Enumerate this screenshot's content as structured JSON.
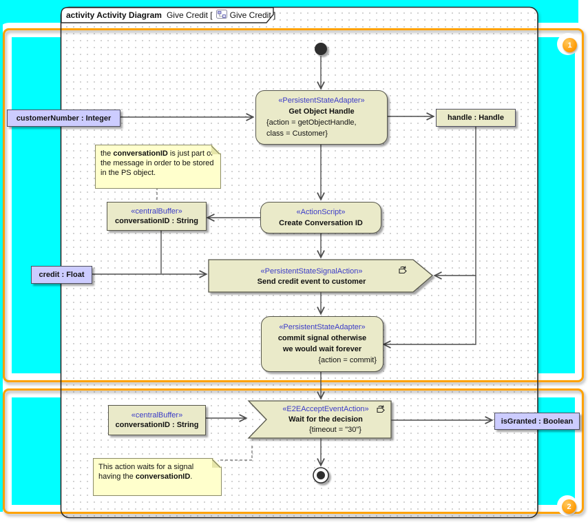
{
  "frame_tab": {
    "kind_and_type": "activity Activity Diagram",
    "name_open": "Give Credit [",
    "name_close": "Give Credit ]"
  },
  "badges": {
    "frame1": "1",
    "frame2": "2"
  },
  "nodes": {
    "get_object_handle": {
      "stereotype": "«PersistentStateAdapter»",
      "name": "Get Object Handle",
      "constraint_line1": "{action = getObjectHandle,",
      "constraint_line2": "class = Customer}"
    },
    "create_conversation": {
      "stereotype": "«ActionScript»",
      "name": "Create Conversation ID"
    },
    "send_credit": {
      "stereotype": "«PersistentStateSignalAction»",
      "name": "Send credit event to customer"
    },
    "commit": {
      "stereotype": "«PersistentStateAdapter»",
      "name_line1": "commit signal otherwise",
      "name_line2": "we would wait forever",
      "constraint": "{action = commit}"
    },
    "wait_decision": {
      "stereotype": "«E2EAcceptEventAction»",
      "name": "Wait for the decision",
      "constraint": "{timeout = \"30\"}"
    },
    "buffer1": {
      "stereotype": "«centralBuffer»",
      "name": "conversationID : String"
    },
    "buffer2": {
      "stereotype": "«centralBuffer»",
      "name": "conversationID : String"
    },
    "customer_number": {
      "label": "customerNumber : Integer"
    },
    "credit": {
      "label": "credit : Float"
    },
    "handle": {
      "label": "handle : Handle"
    },
    "is_granted": {
      "label": "isGranted : Boolean"
    }
  },
  "notes": {
    "note1": {
      "pre": "the ",
      "bold": "conversationID",
      "post": " is just part of the message in order to be stored in the PS object."
    },
    "note2": {
      "pre": "This action waits for a signal having the ",
      "bold": "conversationID",
      "post": "."
    }
  },
  "colors": {
    "canvas_cyan": "#00ffff",
    "frame_orange": "#ffa200",
    "action_fill": "#eaeac9",
    "object_fill": "#ccccff",
    "note_fill": "#ffffcc",
    "stereotype_blue": "#3a3ac8",
    "edge_line": "#4d4d4d"
  }
}
